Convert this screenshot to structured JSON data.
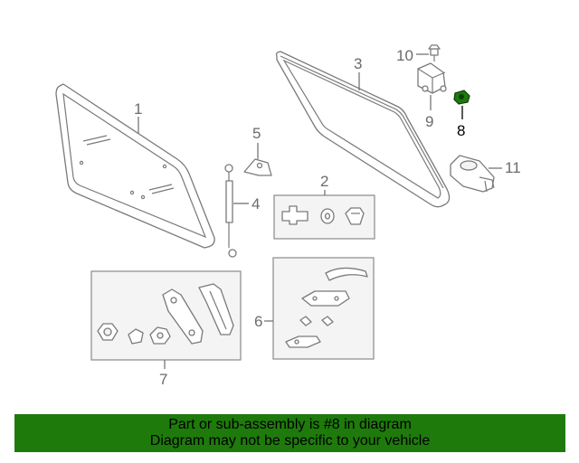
{
  "callouts": {
    "c1": "1",
    "c2": "2",
    "c3": "3",
    "c4": "4",
    "c5": "5",
    "c6": "6",
    "c7": "7",
    "c8": "8",
    "c9": "9",
    "c10": "10",
    "c11": "11"
  },
  "highlight": {
    "part_number": "8",
    "color": "#1f7a0c"
  },
  "footer": {
    "line1": "Part or sub-assembly is #8 in diagram",
    "line2": "Diagram may not be specific to your vehicle",
    "background": "#1f7a0c"
  }
}
